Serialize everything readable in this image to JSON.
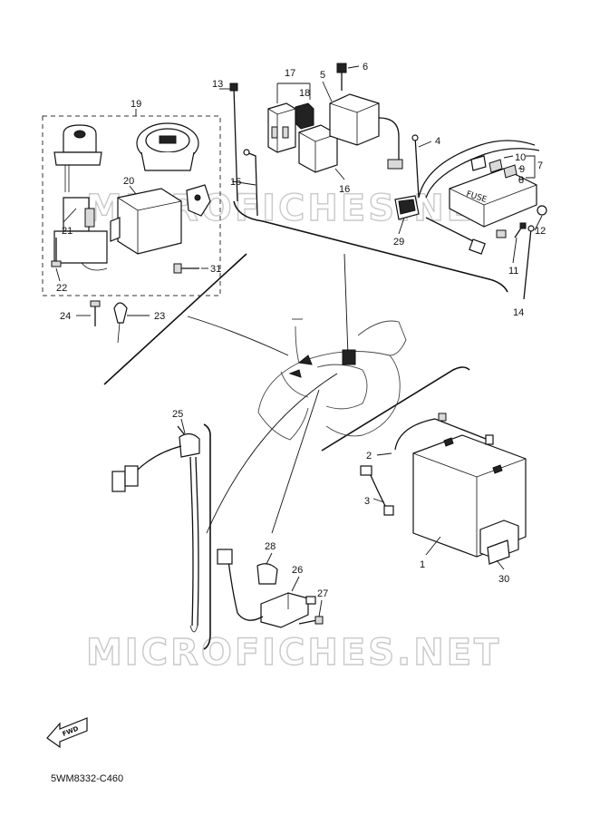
{
  "watermark": "MICROFICHES.NET",
  "fuse_box_label": "FUSE",
  "fwd_label": "FWD",
  "diagram_code": "5WM8332-C460",
  "callouts": [
    {
      "id": "c1",
      "text": "1"
    },
    {
      "id": "c2",
      "text": "2"
    },
    {
      "id": "c3",
      "text": "3"
    },
    {
      "id": "c4",
      "text": "4"
    },
    {
      "id": "c5",
      "text": "5"
    },
    {
      "id": "c6",
      "text": "6"
    },
    {
      "id": "c7",
      "text": "7"
    },
    {
      "id": "c8",
      "text": "8"
    },
    {
      "id": "c9",
      "text": "9"
    },
    {
      "id": "c10",
      "text": "10"
    },
    {
      "id": "c11",
      "text": "11"
    },
    {
      "id": "c12",
      "text": "12"
    },
    {
      "id": "c13",
      "text": "13"
    },
    {
      "id": "c14",
      "text": "14"
    },
    {
      "id": "c15",
      "text": "15"
    },
    {
      "id": "c16",
      "text": "16"
    },
    {
      "id": "c17",
      "text": "17"
    },
    {
      "id": "c18",
      "text": "18"
    },
    {
      "id": "c19",
      "text": "19"
    },
    {
      "id": "c20",
      "text": "20"
    },
    {
      "id": "c21",
      "text": "21"
    },
    {
      "id": "c22",
      "text": "22"
    },
    {
      "id": "c23",
      "text": "23"
    },
    {
      "id": "c24",
      "text": "24"
    },
    {
      "id": "c25",
      "text": "25"
    },
    {
      "id": "c26",
      "text": "26"
    },
    {
      "id": "c27",
      "text": "27"
    },
    {
      "id": "c28",
      "text": "28"
    },
    {
      "id": "c29",
      "text": "29"
    },
    {
      "id": "c30",
      "text": "30"
    },
    {
      "id": "c31",
      "text": "31"
    }
  ]
}
